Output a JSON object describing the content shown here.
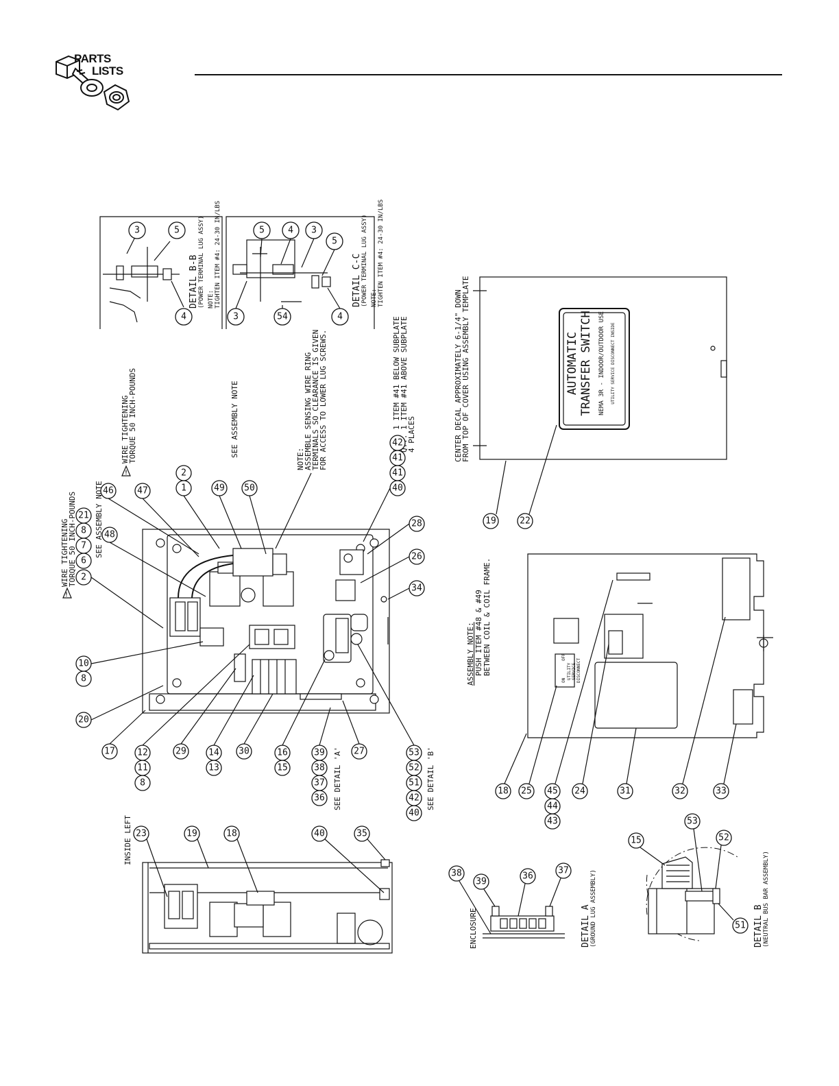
{
  "header": {
    "logo_word_1": "PARTS",
    "logo_word_2": "LISTS",
    "logo_icon": "bolt-washer-nut-icon"
  },
  "detail_bb": {
    "title": "DETAIL  B-B",
    "subtitle": "(POWER TERMINAL LUG ASSY)",
    "note_label": "NOTE:",
    "note_text": "TIGHTEN ITEM #4: 24-30 IN/LBS",
    "callouts": [
      "3",
      "5",
      "4"
    ]
  },
  "detail_cc": {
    "title": "DETAIL  C-C",
    "subtitle": "(POWER TERMINAL LUG ASSY)",
    "note_label": "NOTE:",
    "note_text": "TIGHTEN ITEM #4: 24-30 IN/LBS",
    "callouts": [
      "5",
      "4",
      "3",
      "5",
      "3",
      "54",
      "4"
    ]
  },
  "main_notes": {
    "wire_tightening_1": "WIRE TIGHTENING",
    "torque_1": "TORQUE 50 INCH-POUNDS",
    "see_assembly_1": "SEE ASSEMBLY NOTE",
    "wire_tightening_2": "WIRE TIGHTENING",
    "torque_2": "TORQUE 50 INCH-POUNDS",
    "see_assembly_2": "SEE ASSEMBLY NOTE",
    "note_label": "NOTE:",
    "note_line1": "ASSEMBLE SENSING WIRE RING",
    "note_line2": "TERMINALS SO CLEARANCE IS GIVEN",
    "note_line3": "FOR ACCESS TO LOWER LUG SCREWS.",
    "qty_line1": "QTY. 1 ITEM #41 BELOW SUBPLATE",
    "qty_line2": "QTY. 1 ITEM #41 ABOVE SUBPLATE",
    "qty_line3": "4 PLACES",
    "see_detail_a": "SEE DETAIL 'A'",
    "see_detail_b": "SEE DETAIL 'B'"
  },
  "main_callouts": {
    "top_row": [
      "2",
      "6",
      "7",
      "8",
      "21",
      "48",
      "46",
      "47",
      "1",
      "2",
      "49",
      "50",
      "40",
      "41",
      "41",
      "42",
      "28",
      "26",
      "34"
    ],
    "left_column": [
      "8",
      "10",
      "20",
      "17",
      "8",
      "11",
      "12",
      "29",
      "13",
      "14",
      "30",
      "15",
      "16",
      "36",
      "37",
      "38",
      "39",
      "27",
      "40",
      "42",
      "51",
      "52",
      "53"
    ]
  },
  "inside_left": {
    "label": "INSIDE LEFT",
    "callouts": [
      "23",
      "19",
      "18",
      "40",
      "35"
    ]
  },
  "cover": {
    "center_note_1": "CENTER DECAL APPROXIMATELY 6-1/4\" DOWN",
    "center_note_2": "FROM TOP OF COVER USING ASSEMBLY TEMPLATE",
    "decal_line1": "AUTOMATIC",
    "decal_line2": "TRANSFER SWITCH",
    "decal_line3": "NEMA 3R - INDOOR/OUTDOOR USE",
    "decal_line4": "UTILITY SERVICE DISCONNECT INSIDE",
    "callouts": [
      "19",
      "22"
    ]
  },
  "assembly_note": {
    "title": "ASSEMBLY NOTE:",
    "line1": "PUSH ITEM #48 & #49",
    "line2": "BETWEEN COIL & COIL FRAME.",
    "callouts": [
      "18",
      "25",
      "43",
      "44",
      "45",
      "24",
      "31",
      "32",
      "33"
    ],
    "decal_text_1": "UTILITY",
    "decal_text_2": "SERVICE",
    "decal_text_3": "DISCONNECT",
    "decal_on": "ON",
    "decal_off": "OFF"
  },
  "detail_a": {
    "enclosure_label": "ENCLOSURE",
    "title": "DETAIL  A",
    "subtitle": "(GROUND LUG ASSEMBLY)",
    "callouts": [
      "38",
      "39",
      "36",
      "37"
    ]
  },
  "detail_b": {
    "title": "DETAIL  B",
    "subtitle": "(NEUTRAL BUS BAR ASSEMBLY)",
    "callouts": [
      "15",
      "53",
      "52",
      "51"
    ]
  }
}
